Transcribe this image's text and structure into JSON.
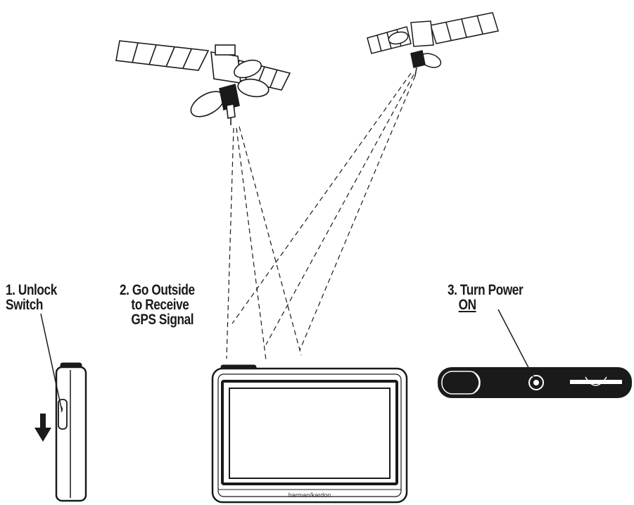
{
  "steps": [
    {
      "lines": [
        "1. Unlock",
        "Switch"
      ]
    },
    {
      "lines": [
        "2. Go Outside",
        "to Receive",
        "GPS Signal"
      ]
    },
    {
      "lines": [
        "3. Turn Power",
        "ON"
      ]
    }
  ],
  "device": {
    "brand": "harman/kardon"
  },
  "colors": {
    "line": "#1a1a1a",
    "background": "#ffffff"
  }
}
